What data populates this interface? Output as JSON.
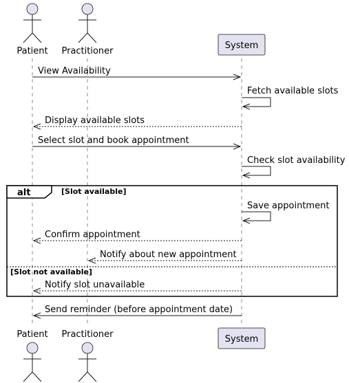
{
  "participants": {
    "patient": "Patient",
    "practitioner": "Practitioner",
    "system": "System"
  },
  "messages": [
    {
      "label": "View Availability",
      "style": "solid"
    },
    {
      "label": "Fetch available slots",
      "style": "self"
    },
    {
      "label": "Display available slots",
      "style": "dashed"
    },
    {
      "label": "Select slot and book appointment",
      "style": "solid"
    },
    {
      "label": "Check slot availability",
      "style": "self"
    },
    {
      "label": "Save appointment",
      "style": "self"
    },
    {
      "label": "Confirm appointment",
      "style": "dashed"
    },
    {
      "label": "Notify about new appointment",
      "style": "dashed"
    },
    {
      "label": "Notify slot unavailable",
      "style": "dashed"
    },
    {
      "label": "Send reminder (before appointment date)",
      "style": "solid"
    }
  ],
  "fragment": {
    "keyword": "alt",
    "guard1": "[Slot available]",
    "guard2": "[Slot not available]"
  },
  "colors": {
    "participant_fill": "#E2E2F0",
    "line": "#181818"
  }
}
